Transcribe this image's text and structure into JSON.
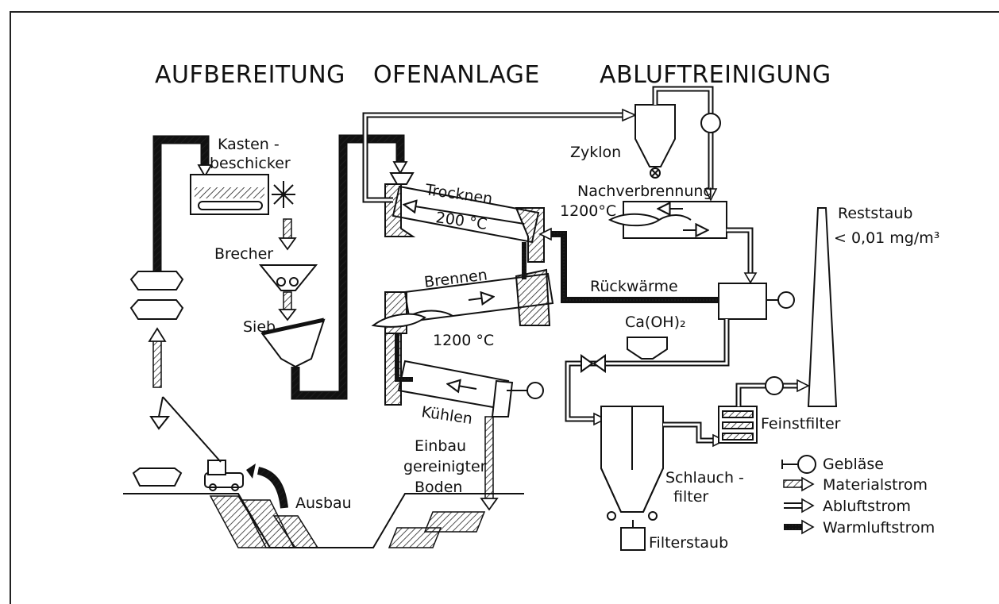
{
  "sections": {
    "aufbereitung": "AUFBEREITUNG",
    "ofenanlage": "OFENANLAGE",
    "abluftreinigung": "ABLUFTREINIGUNG"
  },
  "labels": {
    "kasten_1": "Kasten -",
    "kasten_2": "beschicker",
    "brecher": "Brecher",
    "sieb": "Sieb",
    "trocknen": "Trocknen",
    "temp_200": "200 °C",
    "brennen": "Brennen",
    "temp_1200_kiln": "1200 °C",
    "kuehlen": "Kühlen",
    "einbau_1": "Einbau",
    "einbau_2": "gereinigter",
    "einbau_3": "Boden",
    "ausbau": "Ausbau",
    "zyklon": "Zyklon",
    "nachverbrennung": "Nachverbrennung",
    "temp_1200_nach": "1200°C",
    "rueckwaerme": "Rückwärme",
    "caoh2": "Ca(OH)₂",
    "reststaub_1": "Reststaub",
    "reststaub_2": "< 0,01 mg/m³",
    "feinstfilter": "Feinstfilter",
    "schlauch_1": "Schlauch -",
    "schlauch_2": "filter",
    "filterstaub": "Filterstaub"
  },
  "legend": {
    "geblaese": "Gebläse",
    "materialstrom": "Materialstrom",
    "abluftstrom": "Abluftstrom",
    "warmluftstrom": "Warmluftstrom"
  }
}
